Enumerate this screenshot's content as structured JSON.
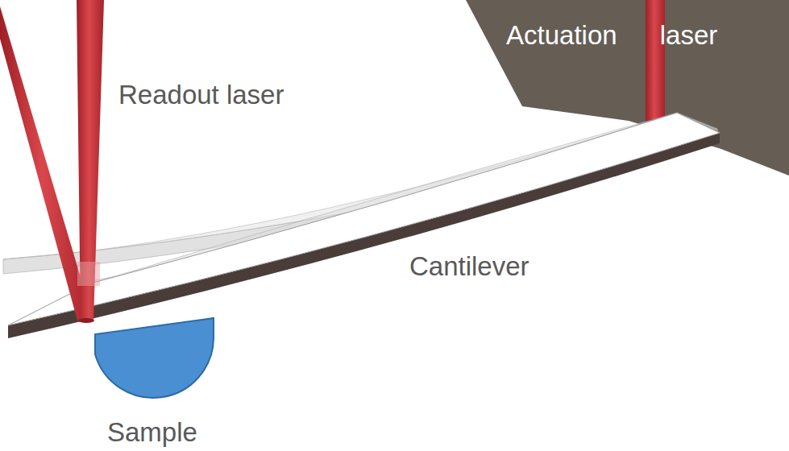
{
  "diagram": {
    "labels": [
      "Readout laser",
      "Actuation laser",
      "Cantilever",
      "Sample"
    ]
  }
}
